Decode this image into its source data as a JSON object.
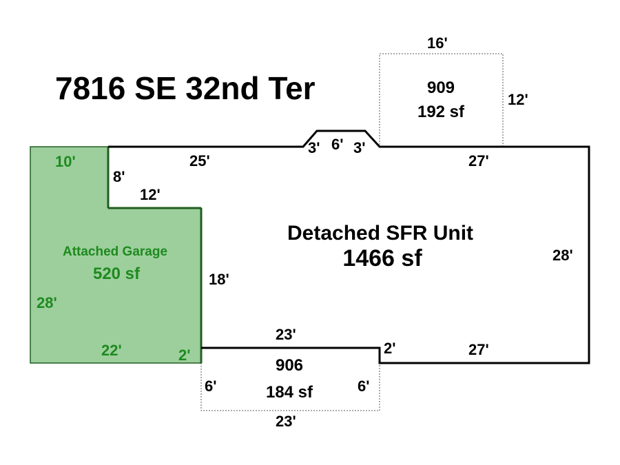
{
  "title": "7816 SE 32nd Ter",
  "colors": {
    "garage_fill": "#9dcf9d",
    "garage_stroke": "#1f5e1f",
    "garage_text": "#1e8a1e",
    "line": "#000000"
  },
  "main_unit": {
    "label": "Detached SFR Unit",
    "area": "1466 sf",
    "dims": {
      "top_left": "25'",
      "bump_left": "3'",
      "bump_top": "6'",
      "bump_right": "3'",
      "top_right": "27'",
      "right": "28'",
      "bottom_right": "27'",
      "step": "2'",
      "bottom_mid": "23'",
      "inner_vertical": "18'",
      "notch_horizontal": "12'",
      "notch_vertical": "8'"
    }
  },
  "garage": {
    "label": "Attached Garage",
    "area": "520 sf",
    "dims": {
      "top": "10'",
      "left": "28'",
      "bottom": "22'",
      "step": "2'"
    }
  },
  "area_909": {
    "code": "909",
    "area": "192 sf",
    "dims": {
      "top": "16'",
      "right": "12'"
    }
  },
  "area_906": {
    "code": "906",
    "area": "184 sf",
    "dims": {
      "left": "6'",
      "right": "6'",
      "bottom": "23'"
    }
  }
}
